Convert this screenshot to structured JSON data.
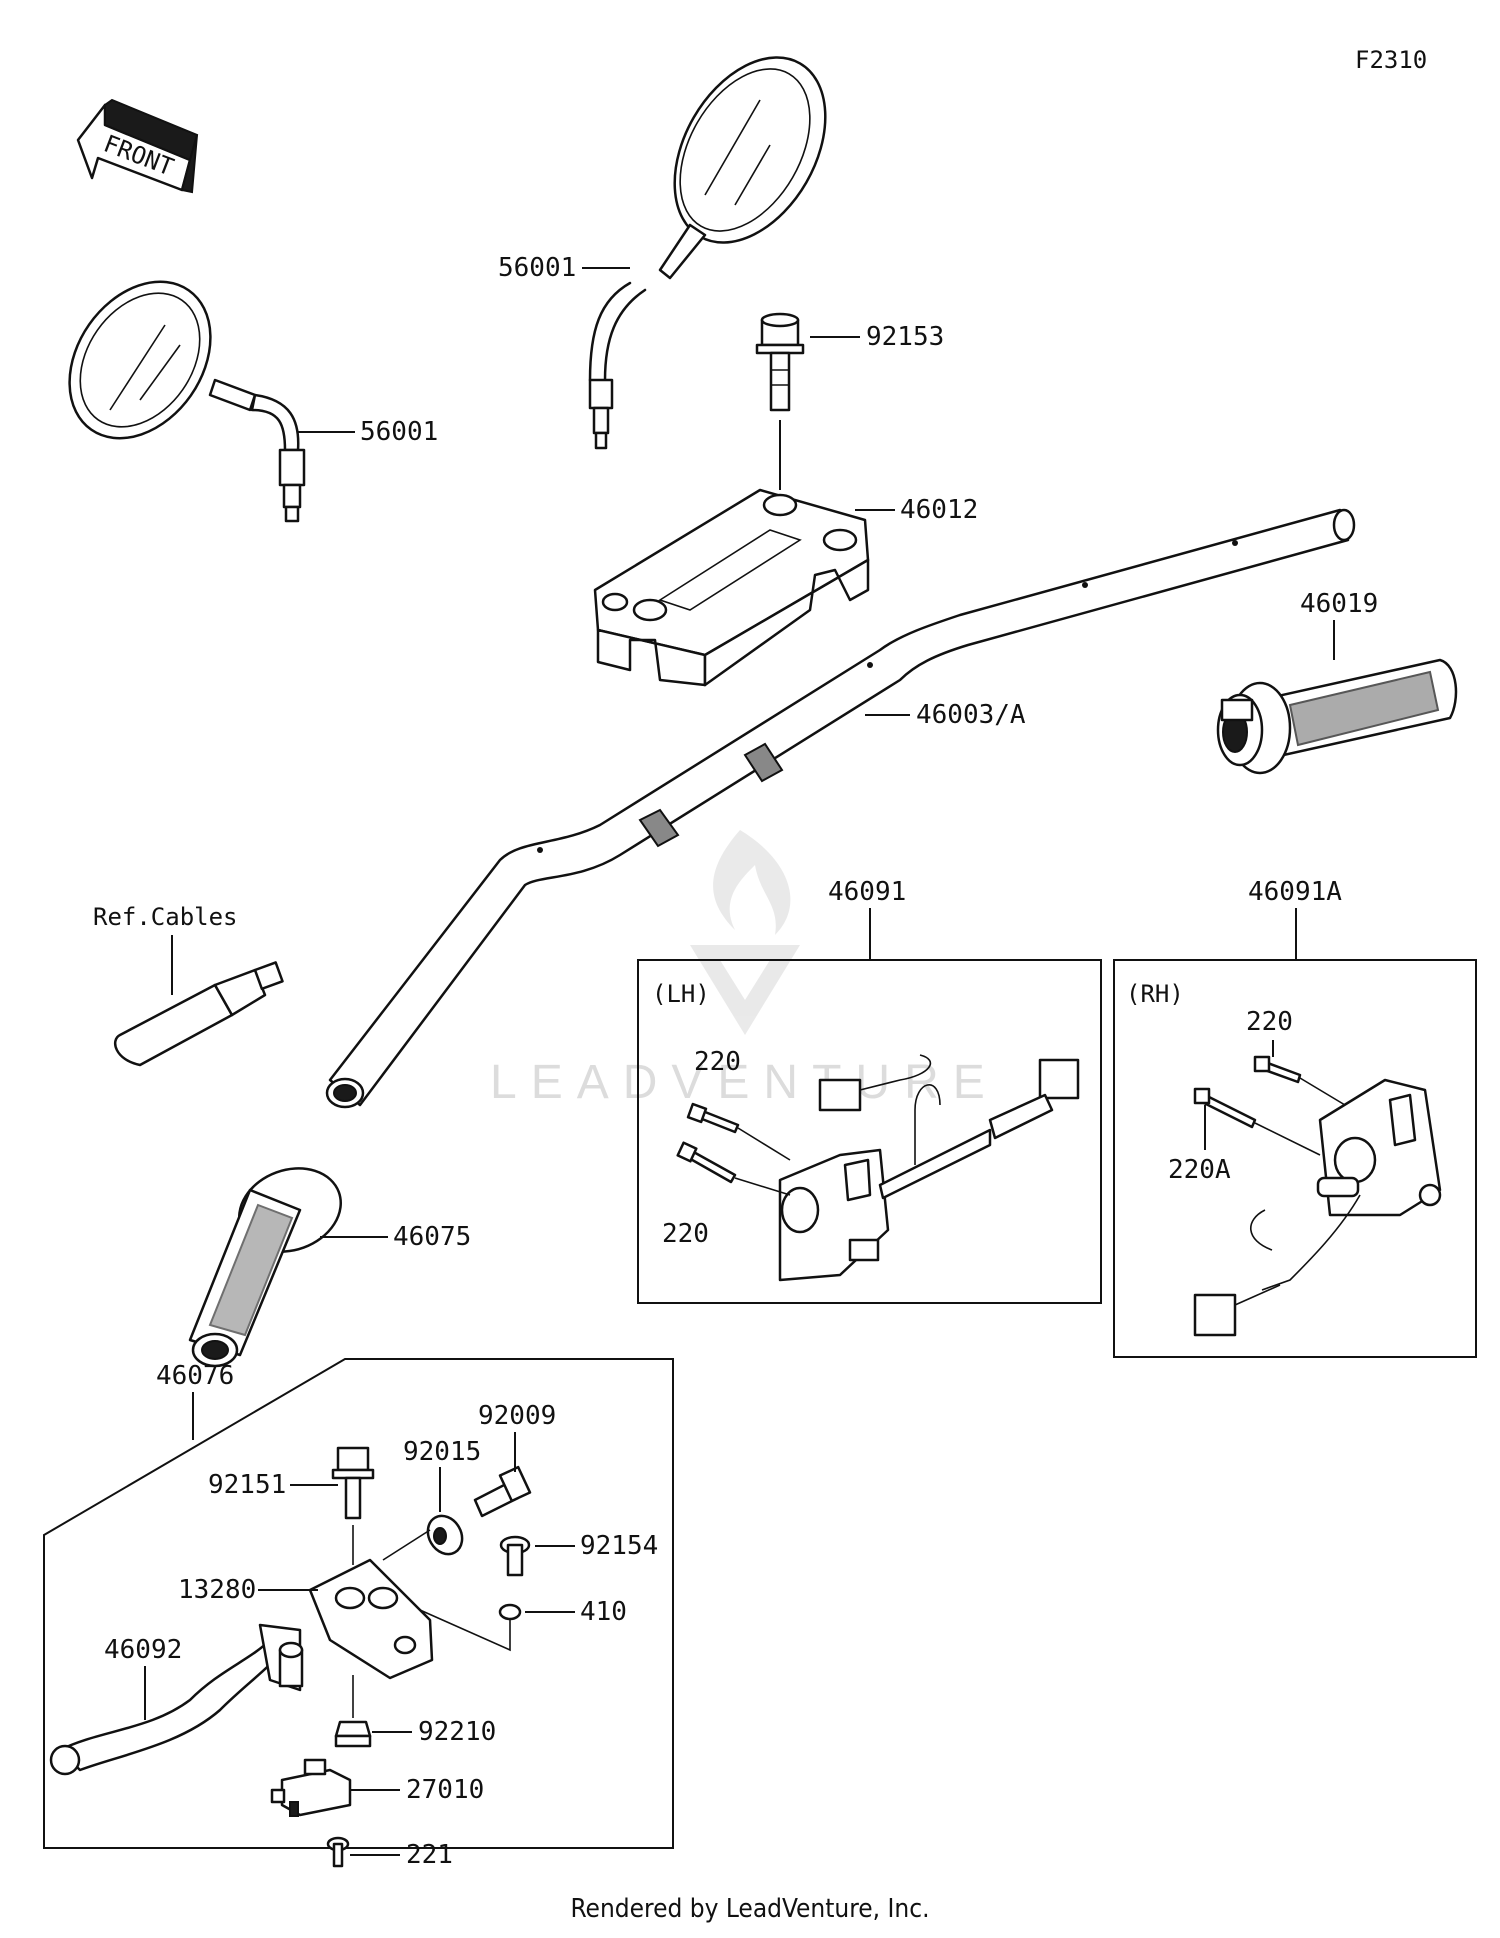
{
  "figure_code": "F2310",
  "front_label": "FRONT",
  "ref_cables": "Ref.Cables",
  "watermark": "LEADVENTURE",
  "footer": "Rendered by LeadVenture, Inc.",
  "boxes": {
    "lh_tag": "(LH)",
    "rh_tag": "(RH)"
  },
  "labels": {
    "mirror_top": "56001",
    "mirror_left": "56001",
    "bolt_92153": "92153",
    "holder_46012": "46012",
    "handlebar": "46003/A",
    "grip_46019": "46019",
    "grip_46075": "46075",
    "switch_lh": "46091",
    "switch_rh": "46091A",
    "lh_220_a": "220",
    "lh_220_b": "220",
    "rh_220": "220",
    "rh_220a": "220A",
    "lever_asm": "46076",
    "p92009": "92009",
    "p92015": "92015",
    "p92151": "92151",
    "p92154": "92154",
    "p13280": "13280",
    "p410": "410",
    "p46092": "46092",
    "p92210": "92210",
    "p27010": "27010",
    "p221": "221"
  }
}
